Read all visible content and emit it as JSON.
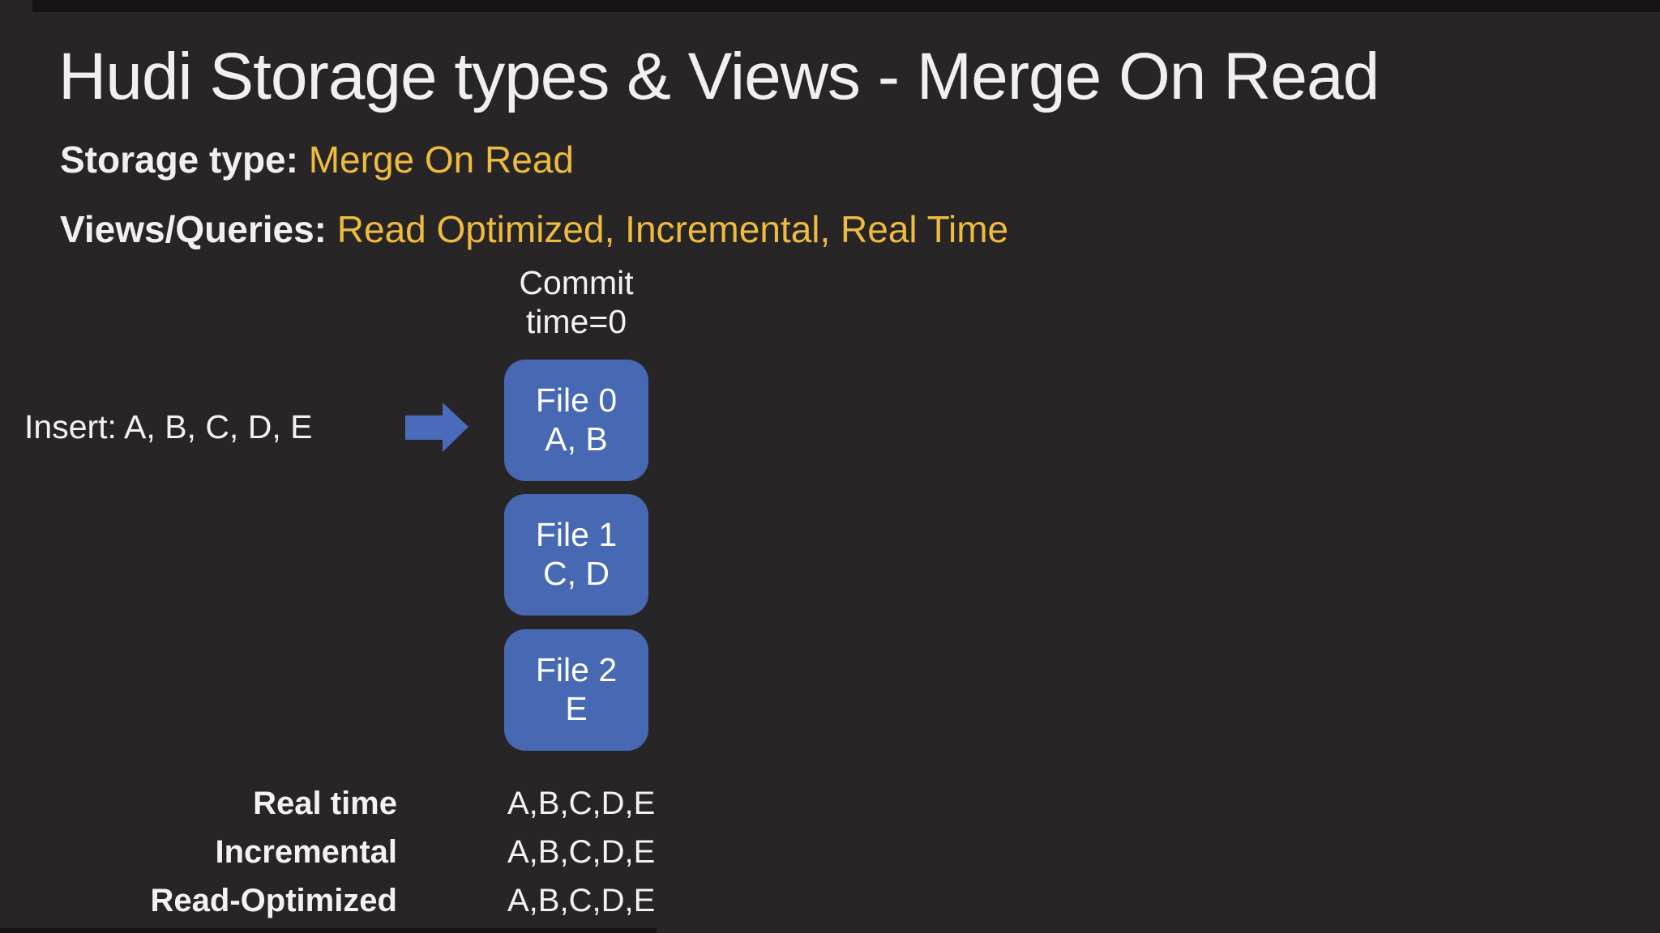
{
  "slide": {
    "title": "Hudi Storage types & Views - Merge On Read",
    "storage_type": {
      "label": "Storage type:",
      "value": "Merge On Read"
    },
    "views_queries": {
      "label": "Views/Queries:",
      "value": "Read Optimized, Incremental, Real Time"
    },
    "commit": {
      "line1": "Commit",
      "line2": "time=0"
    },
    "insert_label": "Insert: A, B, C, D, E",
    "files": [
      {
        "name": "File 0",
        "contents": "A, B"
      },
      {
        "name": "File 1",
        "contents": "C, D"
      },
      {
        "name": "File 2",
        "contents": "E"
      }
    ],
    "views_table": [
      {
        "view": "Real time",
        "records": "A,B,C,D,E"
      },
      {
        "view": "Incremental",
        "records": "A,B,C,D,E"
      },
      {
        "view": "Read-Optimized",
        "records": "A,B,C,D,E"
      }
    ],
    "colors": {
      "background": "#272525",
      "edge_strip_black": "#151313",
      "accent_yellow": "#EFBB3F",
      "file_box_blue": "#4768B2",
      "arrow_blue": "#4A6BBB",
      "text_white": "#F1EFEF"
    }
  }
}
